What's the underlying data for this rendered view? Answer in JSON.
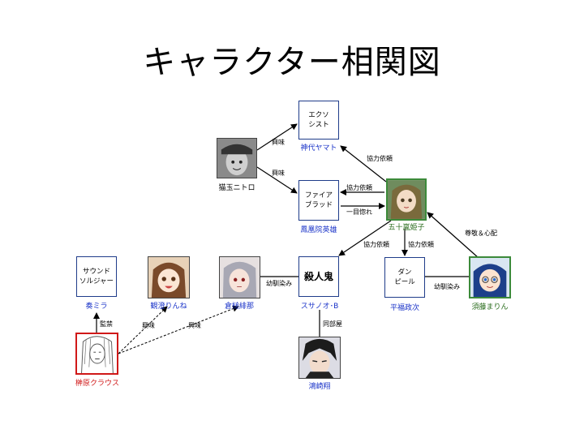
{
  "title": "キャラクター相関図",
  "nodes": {
    "exorcist_box": "エクソ\nシスト",
    "firebrand_box": "ファイア\nブラッド",
    "murderer_box": "殺人鬼",
    "dhampir_box": "ダン\nピール",
    "soundsoldier_box": "サウンド\nソルジャー"
  },
  "names": {
    "kamishiro": "神代ヤマト",
    "nekotama": "猫玉ニトロ",
    "ootori": "鳳凰院英雄",
    "igarashi": "五十嵐姫子",
    "susanoo": "スサノオ･B",
    "hirafuku": "平福政次",
    "sudou": "須藤まりん",
    "kanade": "奏ミラ",
    "mizumi": "観澄りんね",
    "kurahashi": "倉槌緋那",
    "sakakibara": "榊原クラウス",
    "kouzaki": "鴻崎翔"
  },
  "edges": {
    "nekotama_kamishiro": "興味",
    "nekotama_ootori": "興味",
    "igarashi_kamishiro": "協力依頼",
    "igarashi_ootori_a": "協力依頼",
    "igarashi_ootori_b": "一目惚れ",
    "igarashi_susanoo": "協力依頼",
    "igarashi_hirafuku": "協力依頼",
    "sudou_igarashi": "尊敬＆心配",
    "kurahashi_susanoo": "幼馴染み",
    "hirafuku_sudou": "幼馴染み",
    "susanoo_kouzaki": "同部屋",
    "sakakibara_kanade": "監禁",
    "sakakibara_mizumi": "興味",
    "sakakibara_kurahashi": "興味"
  },
  "colors": {
    "box_border": "#1f3c8a",
    "name_blue": "#1a33c8",
    "name_green": "#2c6e1f",
    "name_red": "#d01818",
    "igarashi_border": "#3c8a3a",
    "sakakibara_border": "#d01818"
  }
}
